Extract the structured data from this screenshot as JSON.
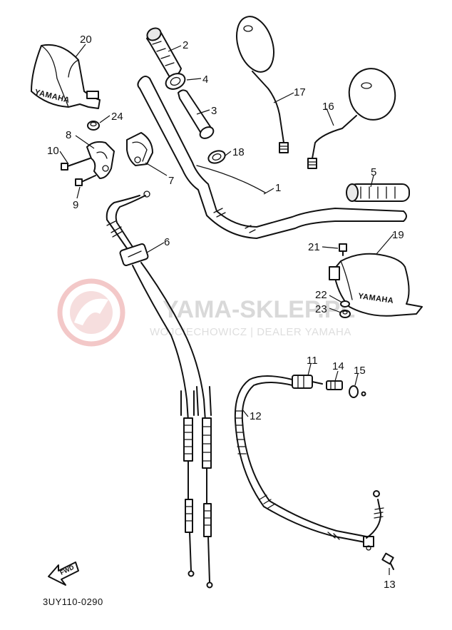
{
  "diagram_code": "3UY110-0290",
  "fwd_label": "FWD",
  "brand_text": "YAMAHA",
  "watermark": {
    "title": "YAMA-SKLEP.PL",
    "subtitle": "WOJCIECHOWICZ | DEALER YAMAHA"
  },
  "callouts": [
    "1",
    "2",
    "3",
    "4",
    "5",
    "6",
    "7",
    "8",
    "9",
    "10",
    "11",
    "12",
    "13",
    "14",
    "15",
    "16",
    "17",
    "18",
    "19",
    "20",
    "21",
    "22",
    "23",
    "24"
  ]
}
